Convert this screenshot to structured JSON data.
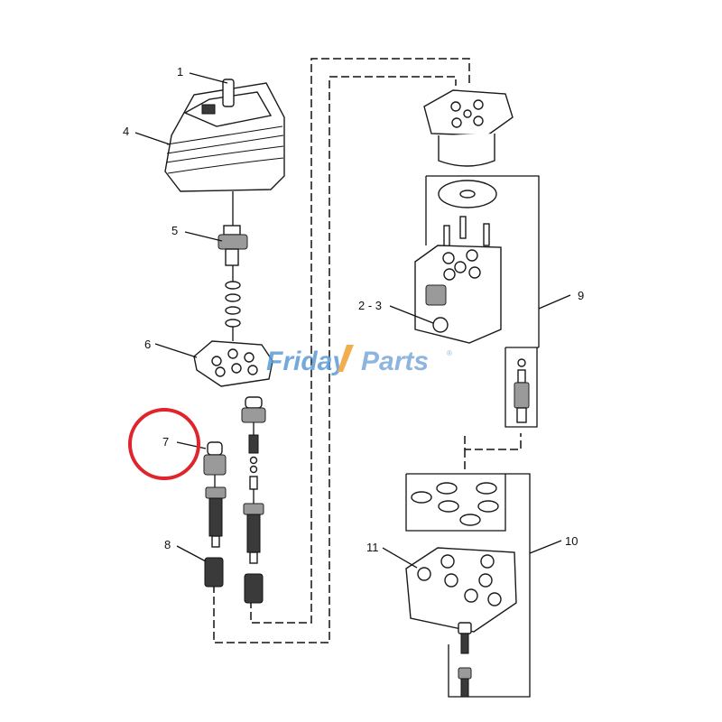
{
  "watermark": {
    "brand": "FridayParts",
    "colors": {
      "friday": "#5b9bd5",
      "parts": "#7aa9d9",
      "accent": "#f0a030"
    }
  },
  "callouts": [
    {
      "id": "1",
      "text": "1"
    },
    {
      "id": "4",
      "text": "4"
    },
    {
      "id": "5",
      "text": "5"
    },
    {
      "id": "6",
      "text": "6"
    },
    {
      "id": "7",
      "text": "7"
    },
    {
      "id": "8",
      "text": "8"
    },
    {
      "id": "2-3",
      "text": "2 - 3"
    },
    {
      "id": "9",
      "text": "9"
    },
    {
      "id": "10",
      "text": "10"
    },
    {
      "id": "11",
      "text": "11"
    }
  ],
  "highlight": {
    "target": "7",
    "color": "#e0242b"
  }
}
